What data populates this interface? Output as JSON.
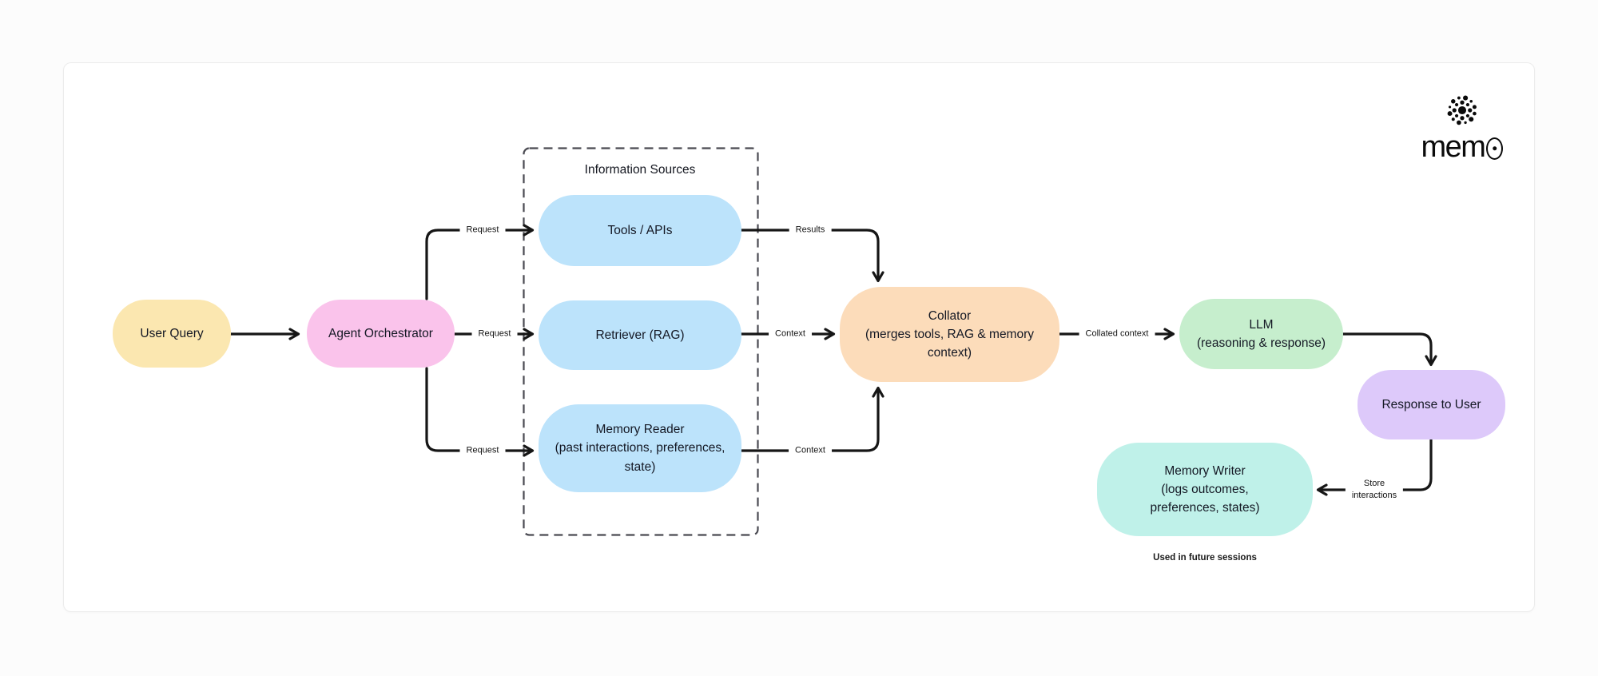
{
  "logo": {
    "wordmark": "mem0",
    "wordmark_prefix": "mem",
    "icon": "dot-cluster-icon"
  },
  "diagram": {
    "group": {
      "title": "Information Sources"
    },
    "nodes": {
      "user_query": {
        "label": "User Query",
        "color": "#fbe7b0"
      },
      "agent_orchestrator": {
        "label": "Agent Orchestrator",
        "color": "#fac3eb"
      },
      "tools_apis": {
        "label": "Tools / APIs",
        "color": "#bce3fb"
      },
      "retriever": {
        "label": "Retriever (RAG)",
        "color": "#bce3fb"
      },
      "memory_reader": {
        "label": "Memory Reader\n(past interactions, preferences,\nstate)",
        "color": "#bce3fb"
      },
      "collator": {
        "label": "Collator\n(merges tools, RAG & memory\ncontext)",
        "color": "#fcdcba"
      },
      "llm": {
        "label": "LLM\n(reasoning & response)",
        "color": "#c6eecd"
      },
      "response_to_user": {
        "label": "Response to User",
        "color": "#ddc9fa"
      },
      "memory_writer": {
        "label": "Memory Writer\n(logs outcomes,\npreferences, states)",
        "color": "#bff1e9"
      }
    },
    "edge_labels": {
      "request_tools": "Request",
      "request_retriever": "Request",
      "request_memory": "Request",
      "results": "Results",
      "context_rag": "Context",
      "context_memory": "Context",
      "collated_context": "Collated context",
      "store_interactions": "Store\ninteractions"
    },
    "caption": "Used in future sessions",
    "colors": {
      "edge_stroke": "#161616",
      "dashed_border": "#4a4a52",
      "text": "#141824"
    }
  }
}
